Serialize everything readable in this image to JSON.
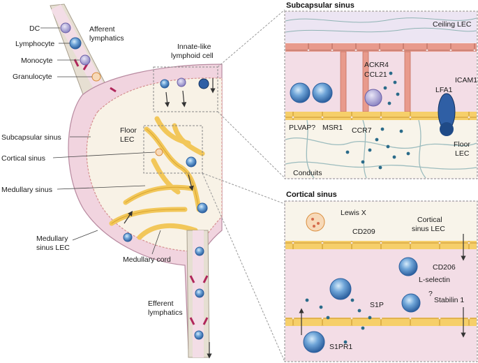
{
  "panels": {
    "subcapsular_title": "Subcapsular sinus",
    "cortical_title": "Cortical sinus"
  },
  "left_labels": {
    "dc": "DC",
    "lymphocyte": "Lymphocyte",
    "monocyte": "Monocyte",
    "granulocyte": "Granulocyte",
    "afferent_1": "Afferent",
    "afferent_2": "lymphatics",
    "innate_1": "Innate-like",
    "innate_2": "lymphoid cell",
    "subcapsular_sinus": "Subcapsular sinus",
    "floor_lec_1": "Floor",
    "floor_lec_2": "LEC",
    "cortical_sinus": "Cortical sinus",
    "medullary_sinus": "Medullary sinus",
    "medullary_lec_1": "Medullary",
    "medullary_lec_2": "sinus LEC",
    "medullary_cord": "Medullary cord",
    "efferent_1": "Efferent",
    "efferent_2": "lymphatics"
  },
  "subcapsular_labels": {
    "ceiling_lec": "Ceiling LEC",
    "ackr4": "ACKR4",
    "ccl21": "CCL21",
    "icam1": "ICAM1",
    "lfa1": "LFA1",
    "plvap": "PLVAP?",
    "msr1": "MSR1",
    "ccr7": "CCR7",
    "floor_lec_1": "Floor",
    "floor_lec_2": "LEC",
    "conduits": "Conduits"
  },
  "cortical_labels": {
    "lewis_x": "Lewis X",
    "cd209": "CD209",
    "cortical_lec_1": "Cortical",
    "cortical_lec_2": "sinus LEC",
    "cd206": "CD206",
    "l_selectin": "L-selectin",
    "s1p": "S1P",
    "question": "?",
    "stabilin": "Stabilin 1",
    "s1pr1": "S1PR1"
  },
  "colors": {
    "lymph_fill": "#f3dde6",
    "vessel_wall": "#e8a8a0",
    "sinus_yellow": "#f6cf6a",
    "cell_blue": "#3f7fc0",
    "panel_bg": "#f7ecef"
  }
}
